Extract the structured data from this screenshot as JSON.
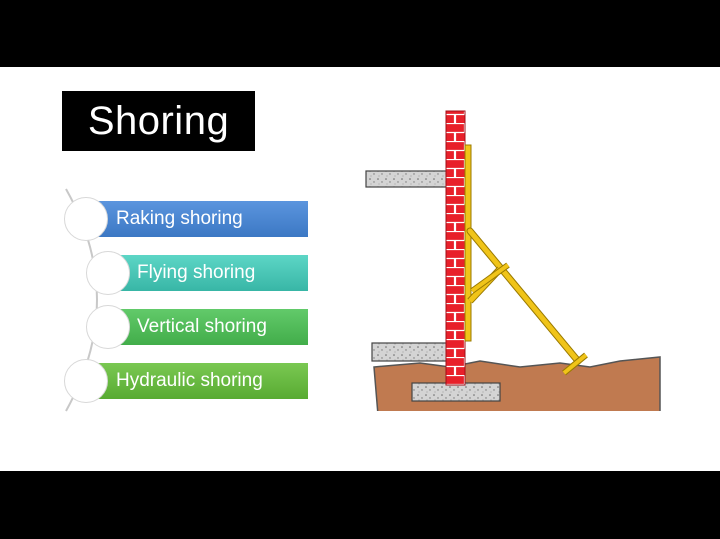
{
  "slide": {
    "title": "Shoring",
    "items": [
      {
        "label": "Raking shoring",
        "color": "#4a86d4"
      },
      {
        "label": "Flying shoring",
        "color": "#4cc8b8"
      },
      {
        "label": "Vertical shoring",
        "color": "#52bd5a"
      },
      {
        "label": "Hydraulic shoring",
        "color": "#68bb40"
      }
    ]
  },
  "diagram": {
    "colors": {
      "brick": "#e8202a",
      "mortar": "#ffffff",
      "shore": "#f0c419",
      "soil": "#c07a50",
      "concrete": "#d4d4d4"
    }
  }
}
